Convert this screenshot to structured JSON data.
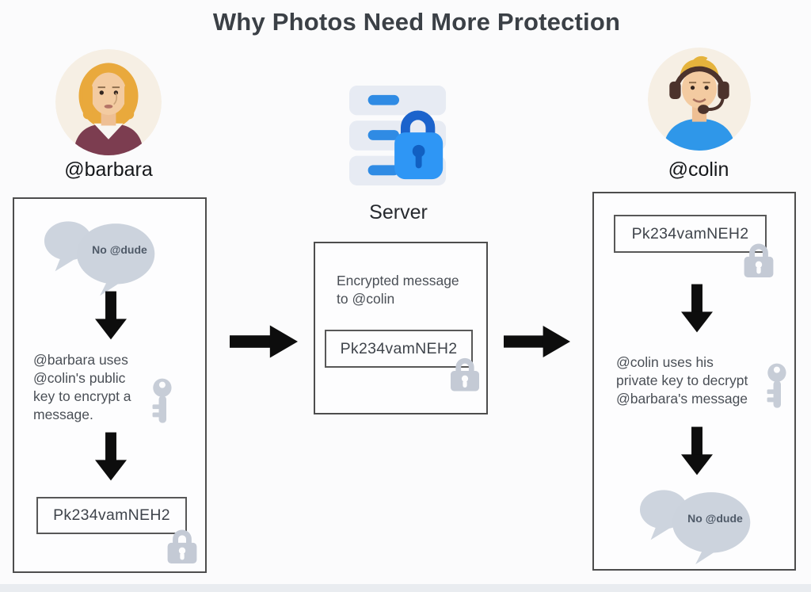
{
  "title": "Why Photos Need More Protection",
  "barbara": {
    "handle": "@barbara"
  },
  "server": {
    "label": "Server"
  },
  "colin": {
    "handle": "@colin"
  },
  "left_panel": {
    "bubble": "No @dude",
    "description": "@barbara uses\n@colin's public\nkey to encrypt a\nmessage.",
    "ciphertext": "Pk234vamNEH2"
  },
  "middle_panel": {
    "description": "Encrypted message\nto @colin",
    "ciphertext": "Pk234vamNEH2"
  },
  "right_panel": {
    "ciphertext": "Pk234vamNEH2",
    "description": "@colin uses his\nprivate key to decrypt\n@barbara's message",
    "bubble": "No @dude"
  },
  "icons": {
    "server": "server-stack-with-lock",
    "lock_gray": "padlock",
    "key_gray": "key",
    "bubbles": "speech-bubbles",
    "arrow": "thick-black-arrow"
  },
  "colors": {
    "server_lock_blue": "#2e96f5",
    "server_shackle_blue": "#1b63cc",
    "server_pill_blue": "#2f8be4",
    "server_tray_gray": "#e7ebf3",
    "icon_gray": "#c7cdd7",
    "bubble_gray": "#ccd3dd",
    "arrow_black": "#0d0d0d",
    "avatar_bg_cream": "#f6efe4",
    "barbara_shirt": "#7c3d50",
    "colin_shirt": "#2f97e9",
    "panel_border": "#4d4d4d"
  }
}
